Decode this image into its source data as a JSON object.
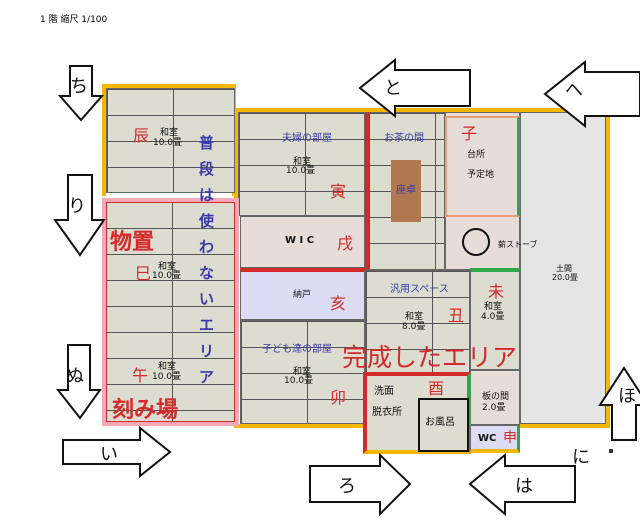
{
  "header": {
    "title": "1 階 縮尺 1/100"
  },
  "colors": {
    "complete_border": "#f5b700",
    "unused_border": "#f4a8b8",
    "zodiac_text": "#d42a2a",
    "room_name_text": "#3a3aa8",
    "door_green": "#2fa84a",
    "wall_red": "#d42a2a"
  },
  "rooms": {
    "tatsu": {
      "type": "和室",
      "size": "10.0畳",
      "zodiac": "辰"
    },
    "fufu": {
      "name": "夫婦の部屋",
      "type": "和室",
      "size": "10.0畳",
      "zodiac": "寅"
    },
    "wic": {
      "name": "W I C",
      "zodiac": "戌"
    },
    "nando": {
      "name": "納戸",
      "zodiac": "亥"
    },
    "kodomo": {
      "name": "子ども達の部屋",
      "type": "和室",
      "size": "10.0畳",
      "zodiac": "卯"
    },
    "ochanoma": {
      "name": "お茶の間",
      "table": "座卓"
    },
    "kitchen": {
      "name": "台所",
      "sub": "予定地",
      "zodiac": "子"
    },
    "stove": {
      "name": "薪ストーブ"
    },
    "doma": {
      "name": "土間",
      "size": "20.0畳"
    },
    "hanyo": {
      "name": "汎用スペース",
      "type": "和室",
      "size": "8.0畳",
      "zodiac": "丑"
    },
    "washitsu4": {
      "type": "和室",
      "size": "4.0畳",
      "zodiac": "未"
    },
    "itanoma": {
      "name": "板の間",
      "size": "2.0畳"
    },
    "senmen": {
      "name1": "洗面",
      "name2": "脱衣所",
      "zodiac": "酉"
    },
    "ofuro": {
      "name": "お風呂"
    },
    "wc": {
      "name": "WC",
      "zodiac": "申"
    },
    "mi": {
      "type": "和室",
      "size": "10.0畳",
      "zodiac": "巳"
    },
    "uma": {
      "type": "和室",
      "size": "10.0畳",
      "zodiac": "午"
    }
  },
  "annotations": {
    "storage": "物置",
    "workshop": "刻み場",
    "unused_area": "普段は使わないエリア",
    "completed_area": "完成したエリア"
  },
  "arrows": {
    "chi": "ち",
    "ri": "り",
    "nu": "ぬ",
    "i": "い",
    "ro": "ろ",
    "ha": "は",
    "ni": "に",
    "ho": "ほ",
    "to": "と",
    "he": "へ"
  }
}
